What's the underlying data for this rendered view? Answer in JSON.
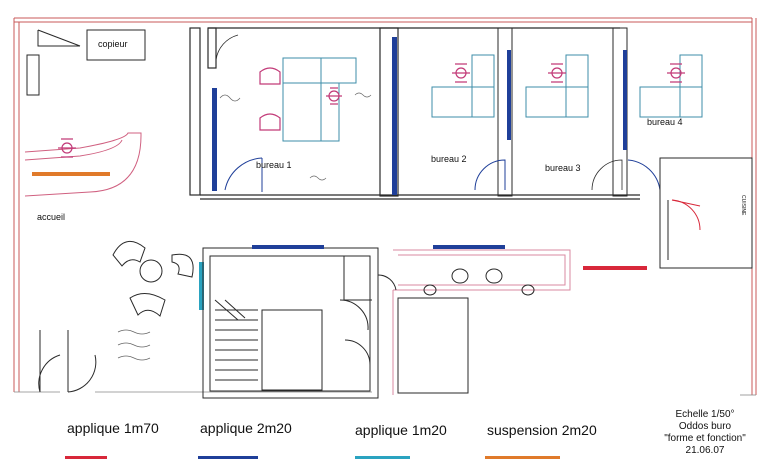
{
  "rooms": {
    "copieur": "copieur",
    "accueil": "accueil",
    "bureau1": "bureau 1",
    "bureau2": "bureau 2",
    "bureau3": "bureau 3",
    "bureau4": "bureau 4",
    "cuisine": "CUISINE"
  },
  "legend": [
    {
      "label": "applique 1m70",
      "color": "#d8283a"
    },
    {
      "label": "applique 2m20",
      "color": "#1f3f99"
    },
    {
      "label": "applique 1m20",
      "color": "#2aa3c0"
    },
    {
      "label": "suspension 2m20",
      "color": "#e07a2a"
    }
  ],
  "title_block": {
    "scale": "Echelle 1/50°",
    "company": "Oddos buro",
    "project": "\"forme et fonction\"",
    "date": "21.06.07"
  },
  "colors": {
    "wall": "#2a2a2a",
    "furniture": "#3d8ea8",
    "chair": "#c23a78",
    "sanitary": "#d88aa0"
  }
}
